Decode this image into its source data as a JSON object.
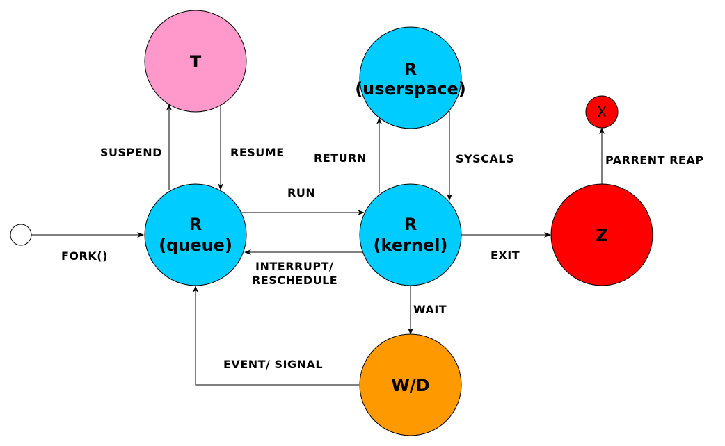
{
  "colors": {
    "running": "#00ccff",
    "stopped": "#ff99cc",
    "zombie": "#ff0000",
    "waiting": "#ff9900",
    "start": "#ffffff"
  },
  "nodes": {
    "stopped": {
      "line1": "T",
      "line2": ""
    },
    "userspace": {
      "line1": "R",
      "line2": "(userspace)"
    },
    "exited": {
      "line1": "X",
      "line2": ""
    },
    "queue": {
      "line1": "R",
      "line2": "(queue)"
    },
    "kernel": {
      "line1": "R",
      "line2": "(kernel)"
    },
    "zombie": {
      "line1": "Z",
      "line2": ""
    },
    "waiting": {
      "line1": "W/D",
      "line2": ""
    }
  },
  "edges": {
    "fork": "FORK()",
    "suspend": "SUSPEND",
    "resume": "RESUME",
    "run": "RUN",
    "interrupt_line1": "INTERRUPT/",
    "interrupt_line2": "RESCHEDULE",
    "return": "RETURN",
    "syscals": "SYSCALS",
    "exit": "EXIT",
    "parent_reap": "PARRENT REAP",
    "wait": "WAIT",
    "event_signal": "EVENT/ SIGNAL"
  }
}
